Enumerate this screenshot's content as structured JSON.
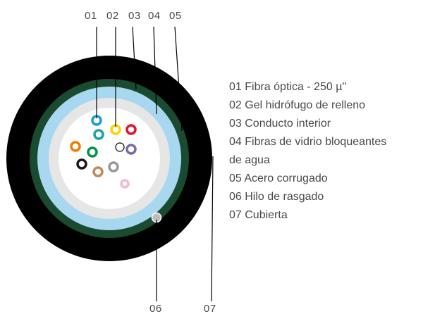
{
  "top_labels": [
    "01",
    "02",
    "03",
    "04",
    "05"
  ],
  "bottom_labels": [
    "06",
    "07"
  ],
  "legend": [
    "01 Fibra óptica - 250 µ''",
    "02 Gel hidrófugo de relleno",
    "03 Conducto interior",
    "04 Fibras de vidrio bloqueantes",
    "de agua",
    "05 Acero corrugado",
    "06 Hilo de rasgado",
    "07 Cubierta"
  ],
  "colors": {
    "jacket": "#000000",
    "steel": "#1a4a30",
    "glass_fibres": "#a7d8f0",
    "inner_tube": "#e6e6e6",
    "gel": "#ffffff",
    "ripcord": "#bdbdbd",
    "leader_lines": "#000000",
    "text": "#4a4a4a"
  },
  "fibres": [
    {
      "color": "#1e9bd7",
      "name": "blue-fibre"
    },
    {
      "color": "#ffd400",
      "name": "yellow-fibre"
    },
    {
      "color": "#e3132b",
      "name": "red-fibre"
    },
    {
      "color": "#1aa3a0",
      "name": "turquoise-fibre"
    },
    {
      "color": "#ffffff",
      "name": "white-fibre"
    },
    {
      "color": "#7a6aa8",
      "name": "violet-fibre"
    },
    {
      "color": "#ef7d00",
      "name": "orange-fibre"
    },
    {
      "color": "#00944a",
      "name": "green-fibre"
    },
    {
      "color": "#1a1a1a",
      "name": "black-fibre"
    },
    {
      "color": "#c28a5b",
      "name": "brown-fibre"
    },
    {
      "color": "#999999",
      "name": "grey-fibre"
    },
    {
      "color": "#f5b9cf",
      "name": "pink-fibre"
    }
  ]
}
